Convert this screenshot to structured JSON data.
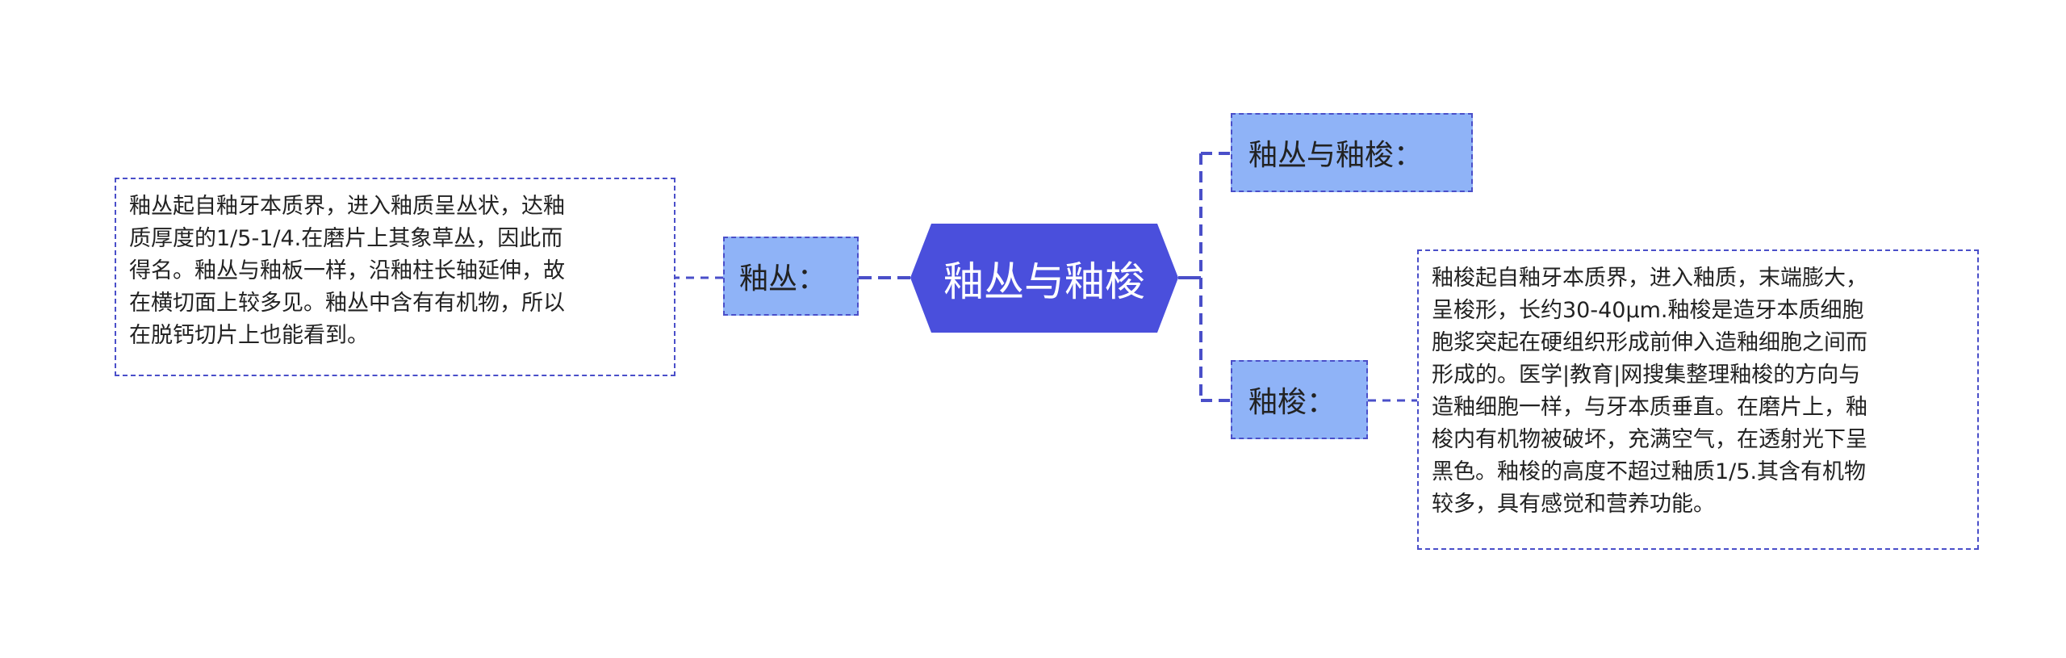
{
  "central": {
    "label": "釉丛与釉梭"
  },
  "branches": [
    {
      "label": "釉丛："
    },
    {
      "label": "釉丛与釉梭："
    },
    {
      "label": "釉梭："
    }
  ],
  "leaves": [
    {
      "lines": [
        "釉丛起自釉牙本质界，进入釉质呈丛状，达釉",
        "质厚度的1/5-1/4.在磨片上其象草丛，因此而",
        "得名。釉丛与釉板一样，沿釉柱长轴延伸，故",
        "在横切面上较多见。釉丛中含有有机物，所以",
        "在脱钙切片上也能看到。"
      ]
    },
    {
      "lines": [
        "釉梭起自釉牙本质界，进入釉质，末端膨大，",
        "呈梭形，长约30-40μm.釉梭是造牙本质细胞",
        "胞浆突起在硬组织形成前伸入造釉细胞之间而",
        "形成的。医学|教育|网搜集整理釉梭的方向与",
        "造釉细胞一样，与牙本质垂直。在磨片上，釉",
        "梭内有机物被破坏，充满空气，在透射光下呈",
        "黑色。釉梭的高度不超过釉质1/5.其含有机物",
        "较多，具有感觉和营养功能。"
      ]
    }
  ],
  "colors": {
    "central_fill": "#4a4fdc",
    "branch_fill": "#8fb3f7",
    "border": "#4a4fc9",
    "connector": "#4a4fc9"
  }
}
